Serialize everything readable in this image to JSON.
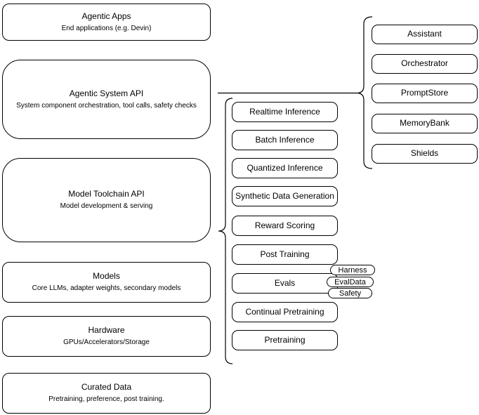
{
  "diagram": {
    "left_column": [
      {
        "title": "Agentic Apps",
        "subtitle": "End applications (e.g. Devin)"
      },
      {
        "title": "Agentic System API",
        "subtitle": "System component orchestration, tool calls, safety checks"
      },
      {
        "title": "Model Toolchain API",
        "subtitle": "Model development & serving"
      },
      {
        "title": "Models",
        "subtitle": "Core LLMs, adapter weights, secondary models"
      },
      {
        "title": "Hardware",
        "subtitle": "GPUs/Accelerators/Storage"
      },
      {
        "title": "Curated Data",
        "subtitle": "Pretraining, preference, post training."
      }
    ],
    "middle_column": [
      "Realtime Inference",
      "Batch Inference",
      "Quantized Inference",
      "Synthetic Data Generation",
      "Reward Scoring",
      "Post Training",
      "Evals",
      "Continual Pretraining",
      "Pretraining"
    ],
    "eval_tags": [
      "Harness",
      "EvalData",
      "Safety"
    ],
    "right_column": [
      "Assistant",
      "Orchestrator",
      "PromptStore",
      "MemoryBank",
      "Shields"
    ],
    "colors": {
      "stroke": "#000000",
      "fill": "#ffffff",
      "text": "#000000"
    }
  }
}
